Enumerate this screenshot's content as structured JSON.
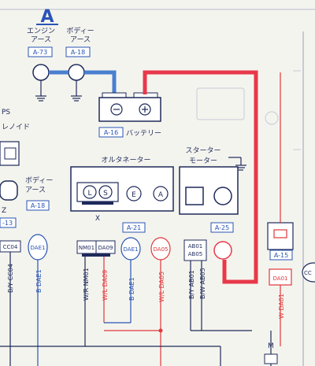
{
  "header": {
    "section_letter": "A"
  },
  "grounds": {
    "engine": {
      "label_line1": "エンジン",
      "label_line2": "アース",
      "ref": "A-73"
    },
    "body": {
      "label_line1": "ボディー",
      "label_line2": "アース",
      "ref": "A-18"
    }
  },
  "battery": {
    "ref": "A-16",
    "label": "バッテリー",
    "neg_symbol": "⊖",
    "pos_symbol": "⊕"
  },
  "starter": {
    "label_line1": "スターター",
    "label_line2": "モーター",
    "ref": "A-25"
  },
  "alternator": {
    "label": "オルタネーター",
    "terminals": [
      "L",
      "S",
      "E",
      "A"
    ],
    "sub_label": "X",
    "ref": "A-21"
  },
  "left_fragments": {
    "ps_partial": "PS",
    "solenoid_partial": "レノイド",
    "body_ground_line1": "ボディー",
    "body_ground_line2": "アース",
    "body_ground_ref": "A-18",
    "z_partial": "Z",
    "ref_partial": "-13"
  },
  "connectors": {
    "cc04": "CC04",
    "dae1_left": "DAE1",
    "nm01": "NM01",
    "da09": "DA09",
    "dae1_mid": "DAE1",
    "da05": "DA05",
    "ab01": "AB01",
    "ab05": "AB05",
    "da01": "DA01",
    "cc_partial": "CC",
    "a15_ref": "A-15"
  },
  "wires": {
    "by_cc04": "B/Y CC04",
    "b_dae1": "B DAE1",
    "wr_nm01": "W/R NM01",
    "wl_da09": "W/L DA09",
    "b_dae1_mid": "B DAE1",
    "wl_da05": "W/L DA05",
    "by_ab01": "B/Y AB01",
    "bw_ab05": "B/W AB05",
    "w_da01": "W DA01"
  },
  "misc": {
    "m_label": "M"
  }
}
